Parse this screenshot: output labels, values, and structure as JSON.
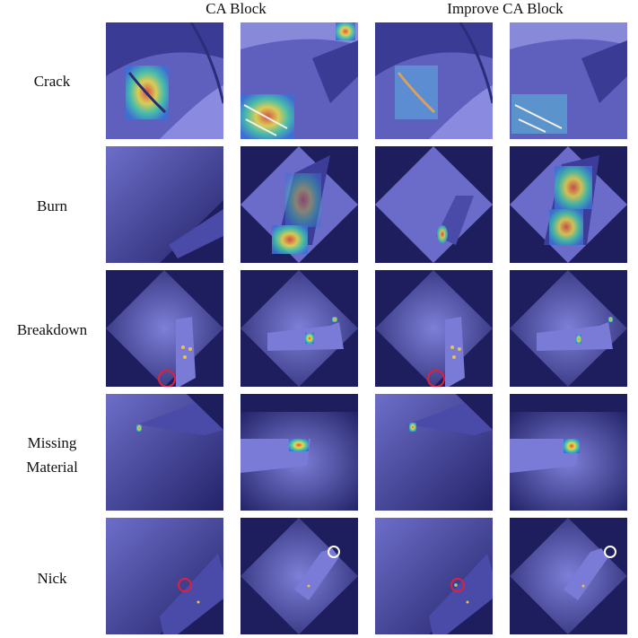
{
  "column_groups": [
    {
      "label": "CA Block"
    },
    {
      "label": "Improve CA Block"
    }
  ],
  "rows": [
    {
      "label": "Crack"
    },
    {
      "label": "Burn"
    },
    {
      "label": "Breakdown"
    },
    {
      "label": "Missing\nMaterial"
    },
    {
      "label": "Nick"
    }
  ],
  "colors": {
    "overlay_blue": "#7071cc",
    "dark_navy": "#1c1c5c",
    "highlight_red": "#e0203a",
    "highlight_white": "#ffffff"
  }
}
